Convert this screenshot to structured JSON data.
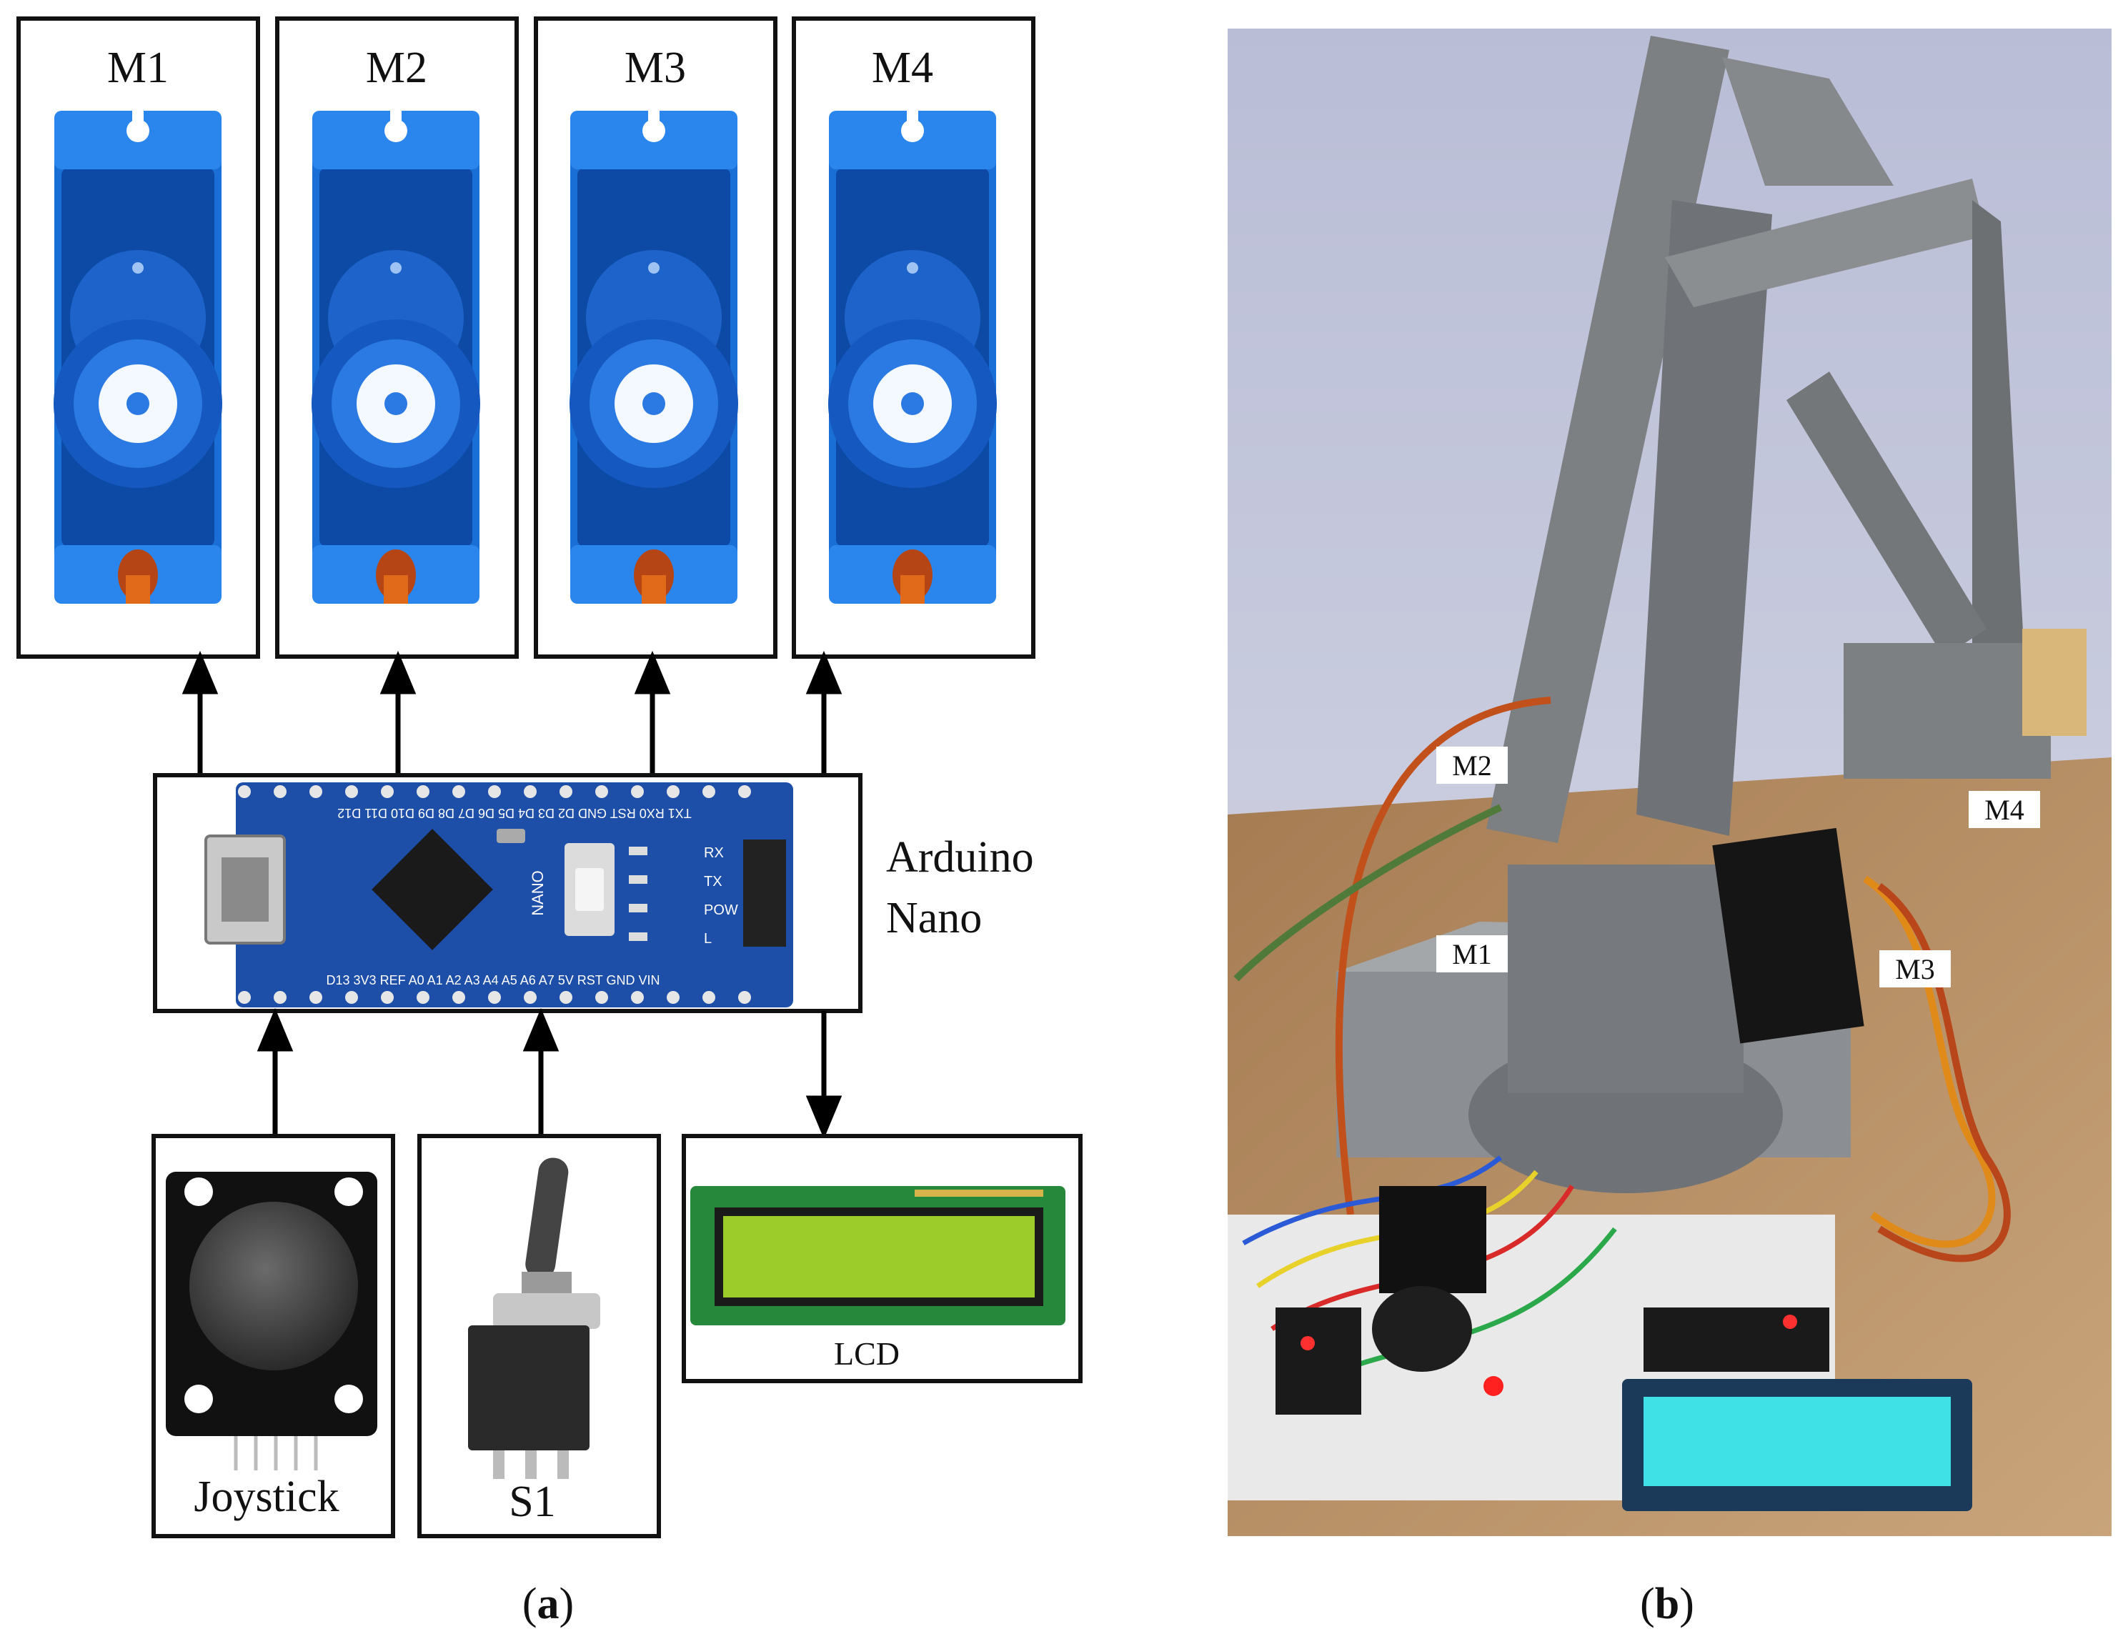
{
  "diagram_a": {
    "motors": [
      {
        "label": "M1"
      },
      {
        "label": "M2"
      },
      {
        "label": "M3"
      },
      {
        "label": "M4"
      }
    ],
    "controller": {
      "label_line1": "Arduino",
      "label_line2": "Nano"
    },
    "board_text": {
      "top_pins": "TX1 RX0 RST GND D2 D3 D4 D5 D6 D7 D8 D9 D10 D11 D12",
      "bottom_pins": "D13 3V3 REF A0 A1 A2 A3 A4 A5 A6 A7 5V RST GND VIN",
      "leds": [
        "RX",
        "TX",
        "POW",
        "L"
      ],
      "nano_mark": "NANO"
    },
    "inputs": [
      {
        "label": "Joystick"
      },
      {
        "label": "S1"
      }
    ],
    "output_display": {
      "label": "LCD"
    },
    "caption_a": {
      "open": "(",
      "letter": "a",
      "close": ")"
    }
  },
  "photo_b": {
    "tags": [
      {
        "label": "M2"
      },
      {
        "label": "M4"
      },
      {
        "label": "M1"
      },
      {
        "label": "M3"
      }
    ],
    "caption_b": {
      "open": "(",
      "letter": "b",
      "close": ")"
    }
  },
  "colors": {
    "servo_blue": "#1a6fd6",
    "servo_dark": "#0c3f8f",
    "pcb_blue": "#1d4fa8",
    "lcd_green": "#9ccc2a",
    "lcd_cyan": "#3fe0e6",
    "arm_gray": "#7c8083",
    "wall": "#c9cde0",
    "table": "#b58d62"
  }
}
